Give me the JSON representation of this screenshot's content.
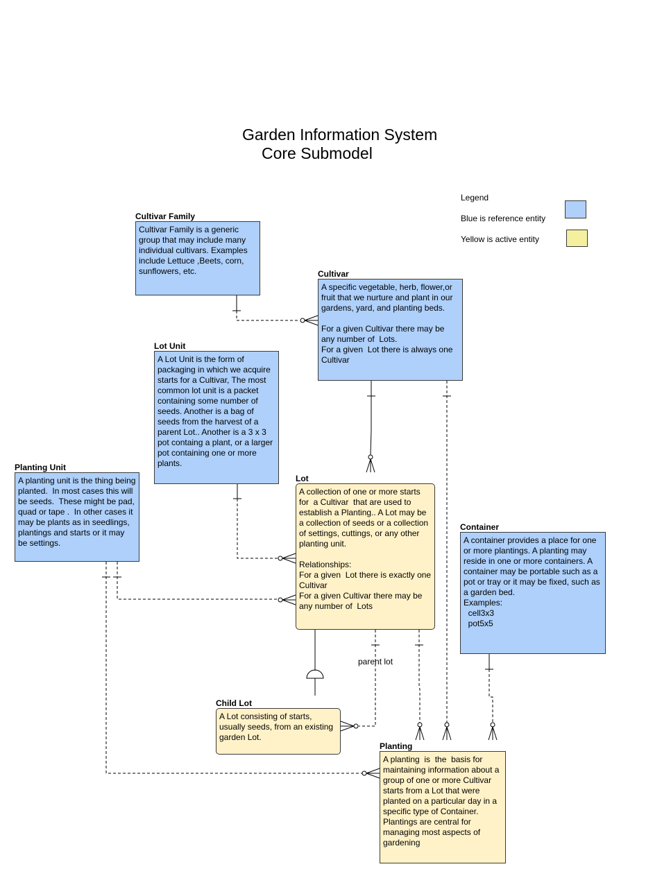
{
  "diagram": {
    "title_line1": "Garden Information System",
    "title_line2": "Core Submodel"
  },
  "legend": {
    "heading": "Legend",
    "blue_label": "Blue is reference entity",
    "yellow_label": "Yellow is active entity",
    "blue_color": "#aed0fa",
    "yellow_color": "#f5f0a0"
  },
  "entities": {
    "cultivar_family": {
      "name": "Cultivar Family",
      "kind": "reference",
      "description": "Cultivar Family is a generic group that may include many individual cultivars. Examples include Lettuce ,Beets, corn, sunflowers, etc."
    },
    "cultivar": {
      "name": "Cultivar",
      "kind": "reference",
      "description": "A specific vegetable, herb, flower,or fruit that we nurture and plant in our gardens, yard, and planting beds.\n\nFor a given Cultivar there may be any number of  Lots.\nFor a given  Lot there is always one Cultivar"
    },
    "lot_unit": {
      "name": "Lot Unit",
      "kind": "reference",
      "description": "A Lot Unit is the form of packaging in which we acquire starts for a Cultivar, The most common lot unit is a packet containing some number of seeds. Another is a bag of seeds from the harvest of a parent Lot.. Another is a 3 x 3 pot containg a plant, or a larger pot containing one or more plants."
    },
    "planting_unit": {
      "name": "Planting Unit",
      "kind": "reference",
      "description": "A planting unit is the thing being planted.  In most cases this will be seeds.  These might be pad, quad or tape .  In other cases it may be plants as in seedlings, plantings and starts or it may be settings."
    },
    "lot": {
      "name": "Lot",
      "kind": "active",
      "description": "A collection of one or more starts for  a Cultivar  that are used to establish a Planting.. A Lot may be a collection of seeds or a collection of settings, cuttings, or any other planting unit.\n\nRelationships:\nFor a given  Lot there is exactly one Cultivar\nFor a given Cultivar there may be any number of  Lots"
    },
    "container": {
      "name": "Container",
      "kind": "reference",
      "description": "A container provides a place for one or more plantings. A planting may reside in one or more containers. A container may be portable such as a pot or tray or it may be fixed, such as a garden bed.\nExamples:\n  cell3x3\n  pot5x5"
    },
    "child_lot": {
      "name": "Child Lot",
      "kind": "active",
      "description": "A Lot consisting of starts, usually seeds, from an existing garden Lot."
    },
    "planting": {
      "name": "Planting",
      "kind": "active",
      "description": "A planting  is  the  basis for maintaining information about a group of one or more Cultivar starts from a Lot that were planted on a particular day in a specific type of Container. Plantings are central for managing most aspects of gardening"
    }
  },
  "relationships": [
    {
      "from": "Cultivar Family",
      "to": "Cultivar",
      "from_card": "one",
      "to_card": "zero-or-many",
      "label": ""
    },
    {
      "from": "Cultivar",
      "to": "Lot",
      "from_card": "one",
      "to_card": "zero-or-many",
      "label": ""
    },
    {
      "from": "Cultivar",
      "to": "Planting",
      "from_card": "one",
      "to_card": "zero-or-many",
      "label": ""
    },
    {
      "from": "Lot Unit",
      "to": "Lot",
      "from_card": "one",
      "to_card": "zero-or-many",
      "label": ""
    },
    {
      "from": "Planting Unit",
      "to": "Lot",
      "from_card": "one",
      "to_card": "zero-or-many",
      "label": ""
    },
    {
      "from": "Planting Unit",
      "to": "Planting",
      "from_card": "one",
      "to_card": "zero-or-many",
      "label": ""
    },
    {
      "from": "Lot",
      "to": "Child Lot",
      "from_card": "one",
      "to_card": "zero-or-many",
      "label": "parent lot"
    },
    {
      "from": "Lot",
      "to": "Planting",
      "from_card": "one",
      "to_card": "zero-or-many",
      "label": ""
    },
    {
      "from": "Container",
      "to": "Planting",
      "from_card": "one",
      "to_card": "zero-or-many",
      "label": ""
    },
    {
      "from": "Lot",
      "to": "Child Lot",
      "from_card": "",
      "to_card": "",
      "label": "",
      "type": "subtype"
    }
  ]
}
